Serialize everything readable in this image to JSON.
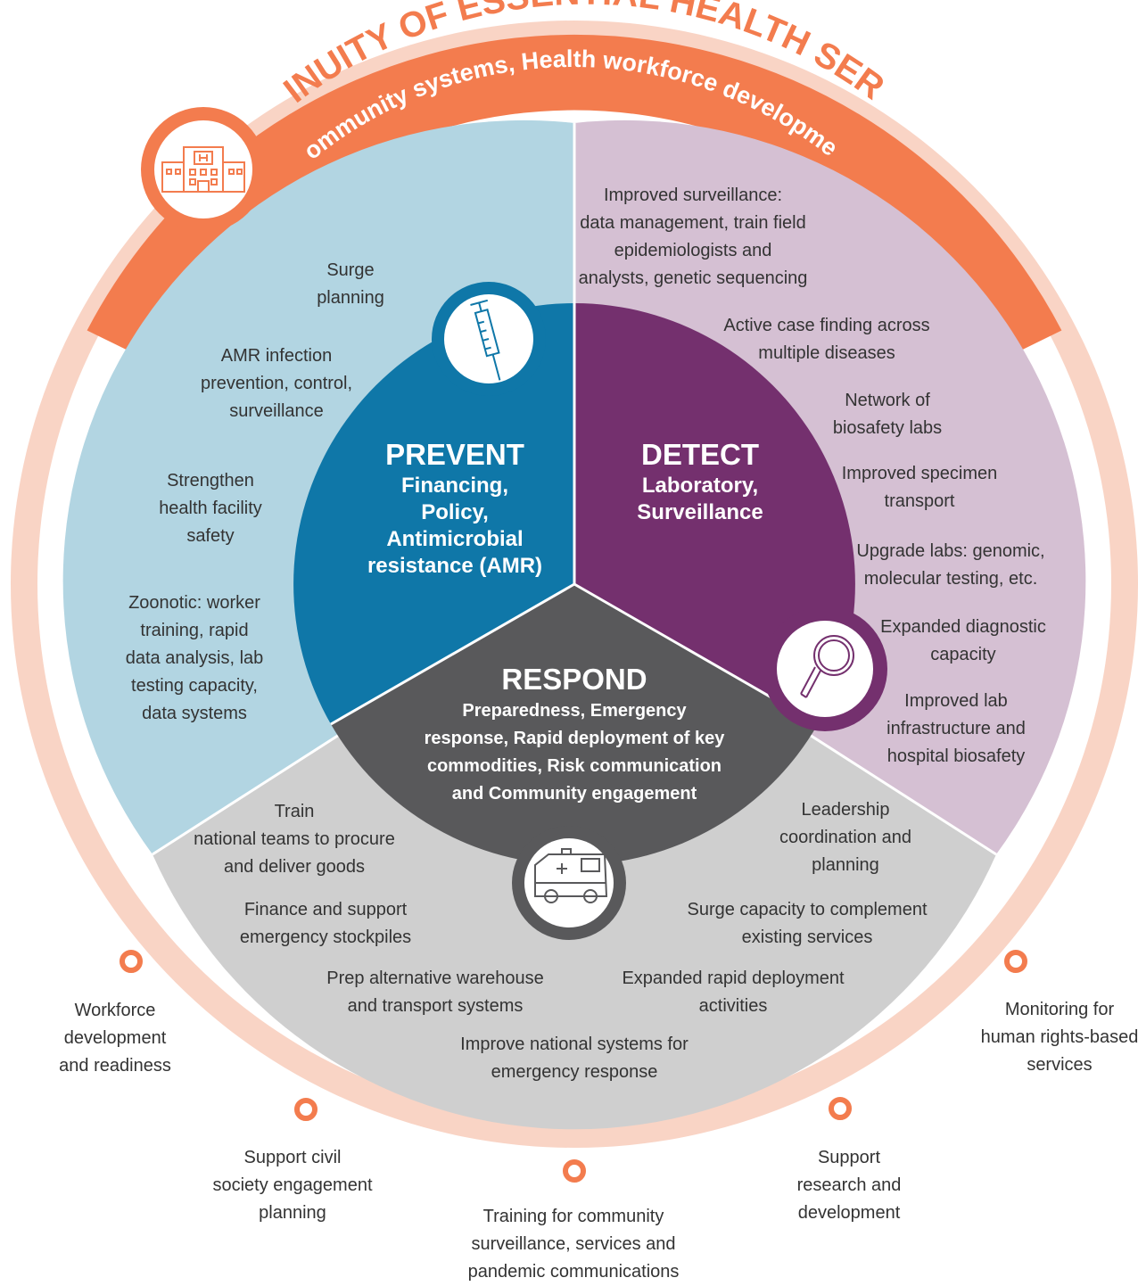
{
  "outer_title": "CONTINUITY OF ESSENTIAL HEALTH SERVICES",
  "band_title": "Community systems, Health workforce development",
  "colors": {
    "outer_band": "#F37C4E",
    "outer_light": "#F9D4C5",
    "prevent": "#0F77A8",
    "prevent_light": "#B2D5E2",
    "detect": "#74306E",
    "detect_light": "#D5C0D3",
    "respond": "#59595B",
    "respond_light": "#CFCFCF"
  },
  "prevent": {
    "title": "PREVENT",
    "subtitle": [
      "Financing,",
      "Policy,",
      "Antimicrobial",
      "resistance (AMR)"
    ],
    "icon": "syringe-icon",
    "items": [
      [
        "Surge",
        "planning"
      ],
      [
        "AMR infection",
        "prevention, control,",
        "surveillance"
      ],
      [
        "Strengthen",
        "health facility",
        "safety"
      ],
      [
        "Zoonotic: worker",
        "training, rapid",
        "data analysis, lab",
        "testing capacity,",
        "data systems"
      ]
    ]
  },
  "detect": {
    "title": "DETECT",
    "subtitle": [
      "Laboratory,",
      "Surveillance"
    ],
    "icon": "magnifying-glass-icon",
    "items": [
      [
        "Improved surveillance:",
        "data management, train field",
        "epidemiologists and",
        "analysts, genetic sequencing"
      ],
      [
        "Active case finding across",
        "multiple diseases"
      ],
      [
        "Network of",
        "biosafety labs"
      ],
      [
        "Improved specimen",
        "transport"
      ],
      [
        "Upgrade labs: genomic,",
        "molecular testing, etc."
      ],
      [
        "Expanded diagnostic",
        "capacity"
      ],
      [
        "Improved lab",
        "infrastructure and",
        "hospital biosafety"
      ]
    ]
  },
  "respond": {
    "title": "RESPOND",
    "subtitle": [
      "Preparedness, Emergency",
      "response, Rapid deployment of key",
      "commodities, Risk communication",
      "and Community engagement"
    ],
    "icon": "ambulance-icon",
    "items": [
      [
        "Train",
        "national teams to procure",
        "and deliver goods"
      ],
      [
        "Finance and support",
        "emergency stockpiles"
      ],
      [
        "Prep alternative warehouse",
        "and transport systems"
      ],
      [
        "Improve national systems for",
        "emergency response"
      ],
      [
        "Leadership",
        "coordination and",
        "planning"
      ],
      [
        "Surge capacity to complement",
        "existing services"
      ],
      [
        "Expanded rapid deployment",
        "activities"
      ]
    ]
  },
  "hospital_icon": "hospital-icon",
  "outer_items": [
    [
      "Workforce",
      "development",
      "and readiness"
    ],
    [
      "Support civil",
      "society engagement",
      "planning"
    ],
    [
      "Training for community",
      "surveillance, services and",
      "pandemic communications"
    ],
    [
      "Support",
      "research and",
      "development"
    ],
    [
      "Monitoring for",
      "human rights-based",
      "services"
    ]
  ]
}
